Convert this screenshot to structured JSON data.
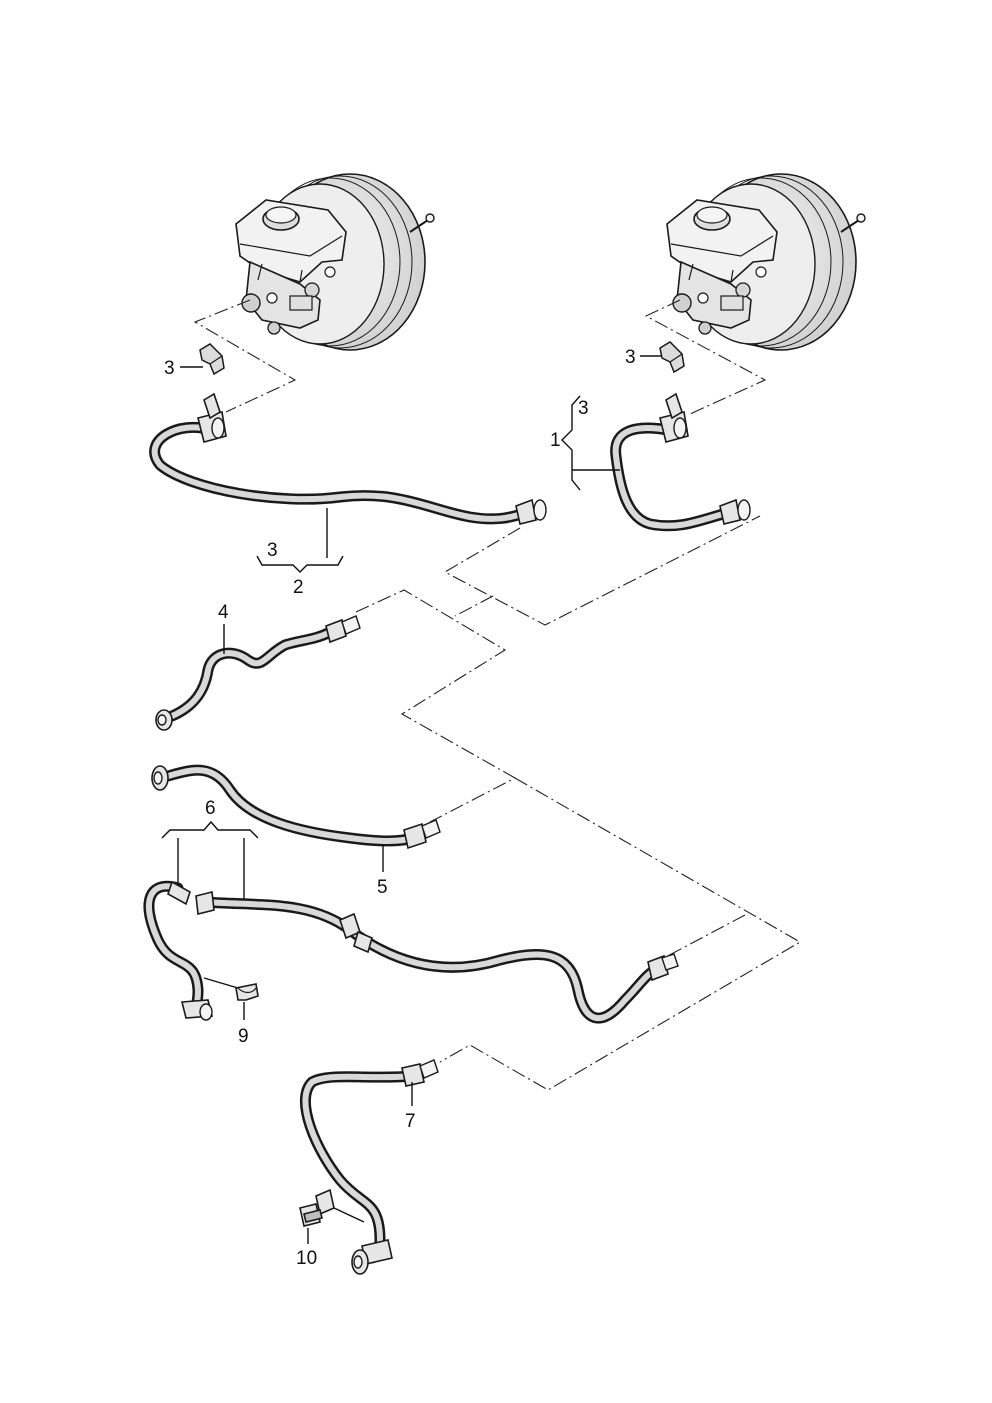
{
  "diagram": {
    "callouts": {
      "left_clip": "3",
      "left_line_sub": "3",
      "left_line": "2",
      "right_clip": "3",
      "right_line_group": "1",
      "right_line_sub": "3",
      "line_4": "4",
      "line_5": "5",
      "line_6": "6",
      "clamp_9": "9",
      "line_7": "7",
      "bracket_10": "10"
    },
    "colors": {
      "outline": "#1a1a1a",
      "fill": "#e6e6e6",
      "hose_highlight": "#d9d9d9"
    }
  }
}
